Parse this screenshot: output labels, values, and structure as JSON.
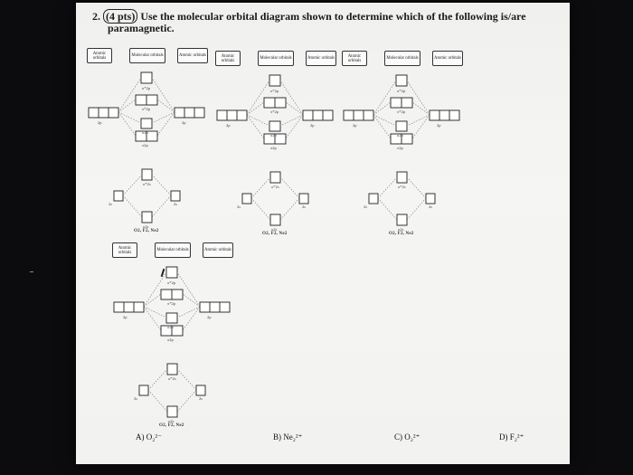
{
  "question": {
    "number": "2.",
    "points": "(4 pts)",
    "text": "Use the molecular orbital diagram shown to determine which of the following is/are",
    "text_cont": "paramagnetic."
  },
  "diagrams": [
    {
      "headers": [
        "Atomic orbitals",
        "Molecular orbitals",
        "Atomic orbitals"
      ],
      "bottom_label": "O2, F2, Ne2",
      "orbital_labels": [
        "σ*2p",
        "π*2p",
        "σ2p",
        "π2p",
        "2p",
        "2p",
        "σ*2s",
        "σ2s",
        "2s",
        "2s"
      ]
    },
    {
      "headers": [
        "Atomic orbitals",
        "Molecular orbitals",
        "Atomic orbitals"
      ],
      "bottom_label": "O2, F2, Ne2",
      "orbital_labels": [
        "σ*2p",
        "π*2p",
        "σ2p",
        "π2p",
        "2p",
        "2p",
        "σ*2s",
        "σ2s",
        "2s",
        "2s"
      ]
    },
    {
      "headers": [
        "Atomic orbitals",
        "Molecular orbitals",
        "Atomic orbitals"
      ],
      "bottom_label": "O2, F2, Ne2",
      "orbital_labels": [
        "σ*2p",
        "π*2p",
        "σ2p",
        "π2p",
        "2p",
        "2p",
        "σ*2s",
        "σ2s",
        "2s",
        "2s"
      ]
    },
    {
      "headers": [
        "Atomic orbitals",
        "Molecular orbitals",
        "Atomic orbitals"
      ],
      "bottom_label": "O2, F2, Ne2",
      "orbital_labels": [
        "σ*2p",
        "π*2p",
        "σ2p",
        "π2p",
        "2p",
        "2p",
        "σ*2s",
        "σ2s",
        "2s",
        "2s"
      ]
    }
  ],
  "answers": [
    {
      "letter": "A)",
      "text": "O₂²⁻"
    },
    {
      "letter": "B)",
      "text": "Ne₂²⁺"
    },
    {
      "letter": "C)",
      "text": "O₂²⁺"
    },
    {
      "letter": "D)",
      "text": "F₂²⁺"
    }
  ]
}
